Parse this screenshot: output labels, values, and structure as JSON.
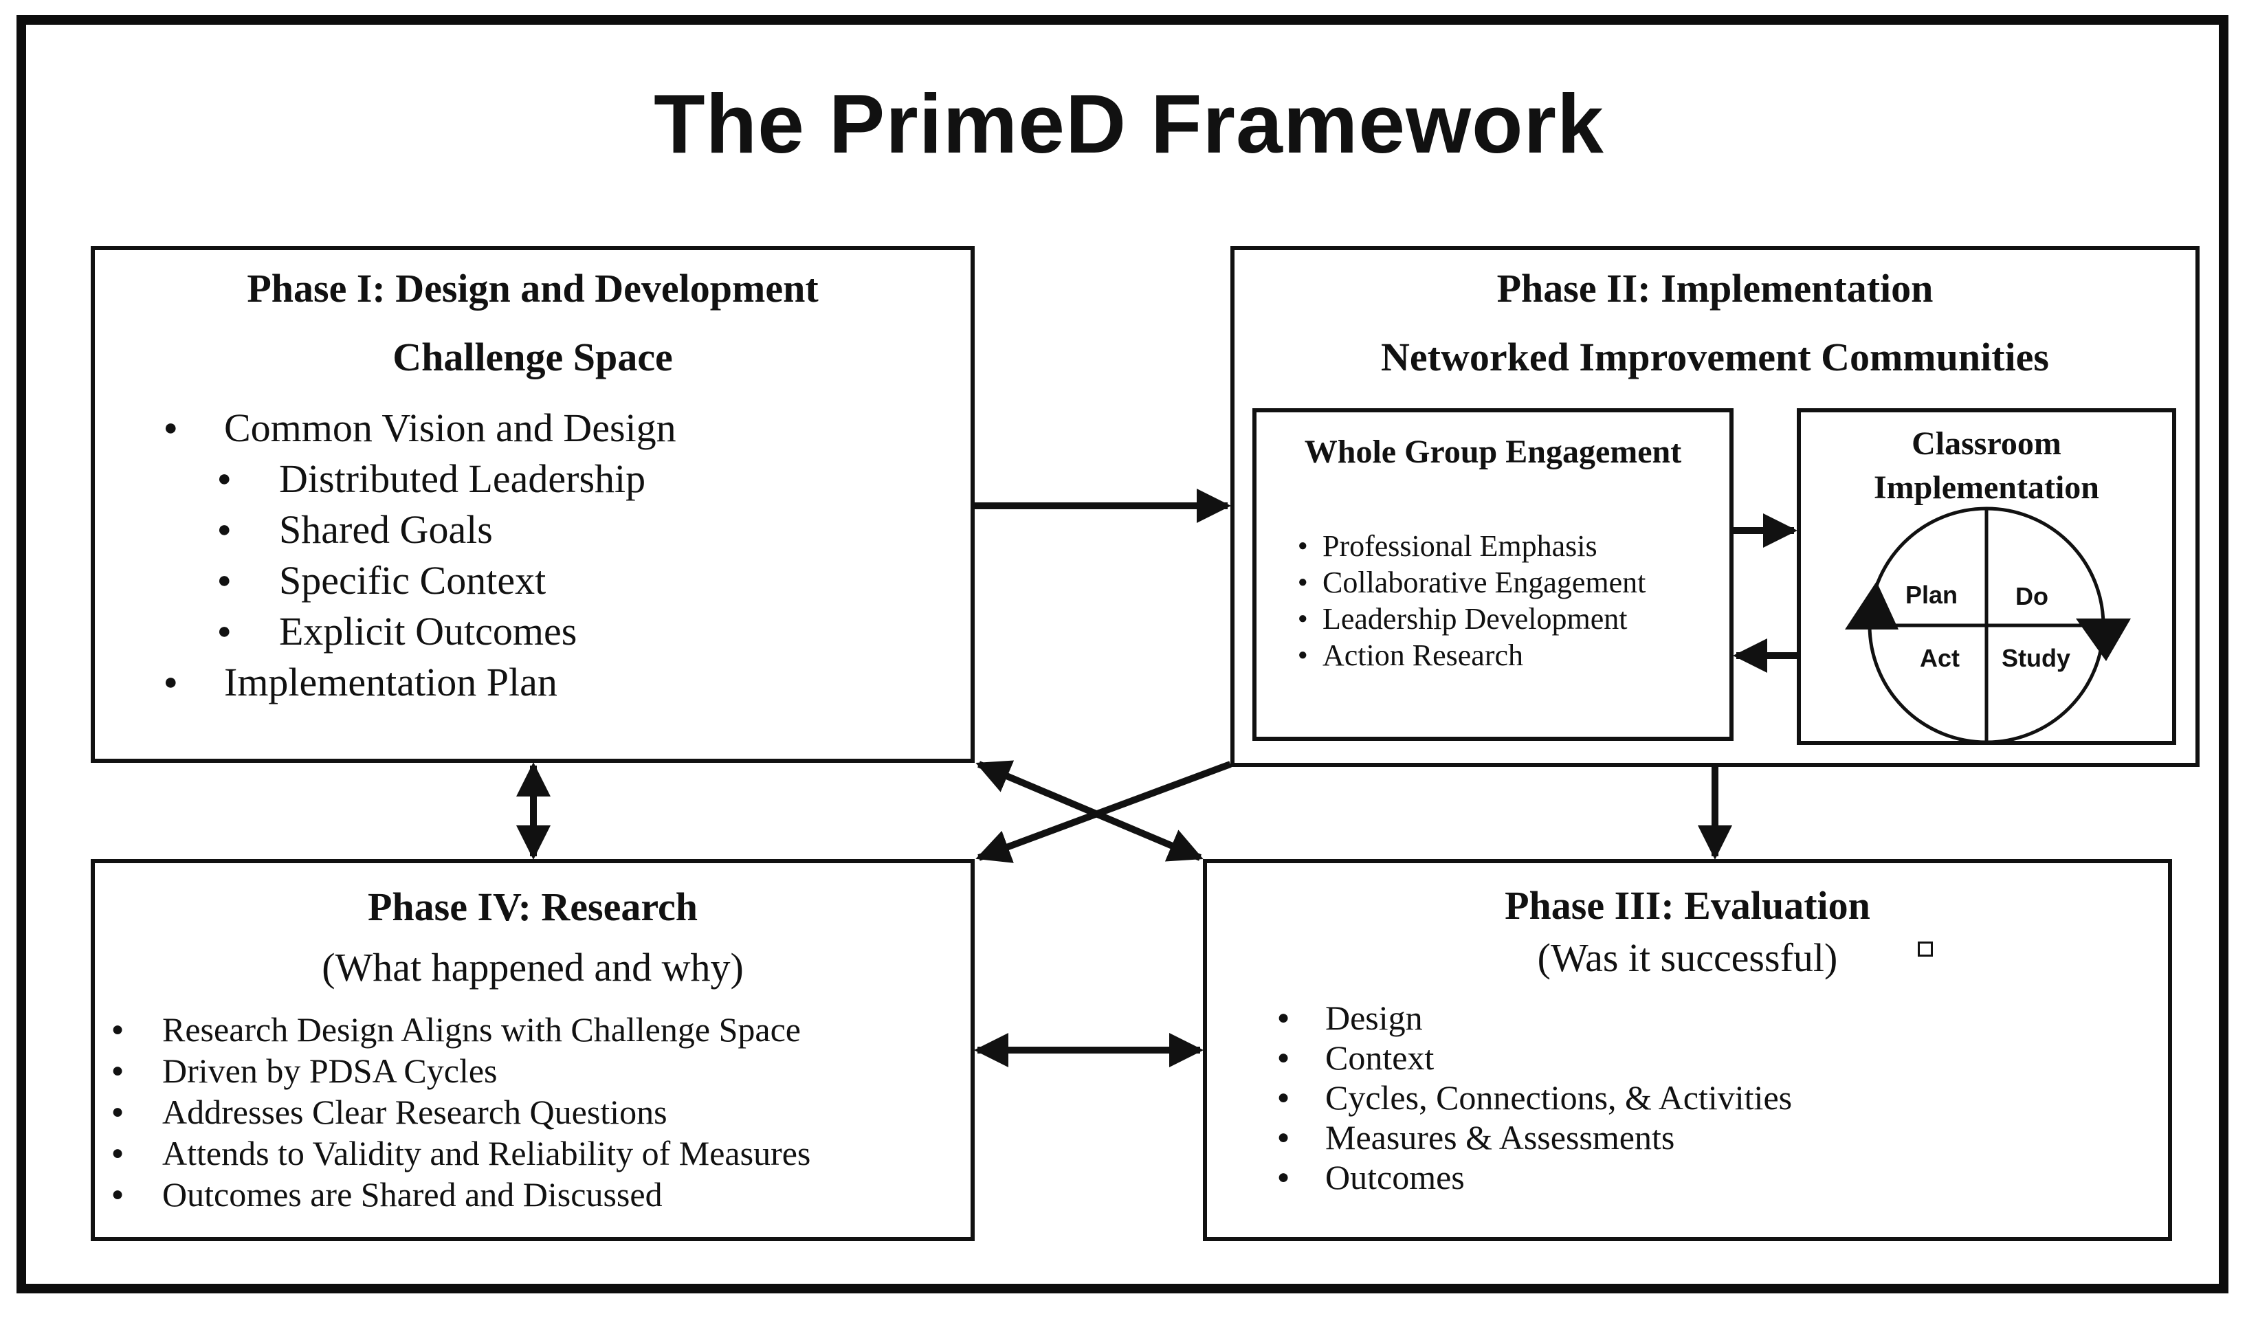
{
  "title": "The PrimeD Framework",
  "phase1": {
    "heading": "Phase I: Design and Development",
    "subheading": "Challenge Space",
    "items": [
      {
        "text": "Common Vision and Design",
        "level": 1
      },
      {
        "text": "Distributed Leadership",
        "level": 2
      },
      {
        "text": "Shared Goals",
        "level": 2
      },
      {
        "text": "Specific Context",
        "level": 2
      },
      {
        "text": "Explicit Outcomes",
        "level": 2
      },
      {
        "text": "Implementation Plan",
        "level": 1
      }
    ]
  },
  "phase2": {
    "heading": "Phase II: Implementation",
    "subheading": "Networked Improvement Communities",
    "whole_group": {
      "heading": "Whole Group Engagement",
      "items": [
        "Professional Emphasis",
        "Collaborative Engagement",
        "Leadership Development",
        "Action Research"
      ]
    },
    "classroom": {
      "heading_line1": "Classroom",
      "heading_line2": "Implementation",
      "cycle": {
        "plan": "Plan",
        "do": "Do",
        "study": "Study",
        "act": "Act"
      }
    }
  },
  "phase3": {
    "heading": "Phase III: Evaluation",
    "subheading": "(Was it successful)",
    "items": [
      "Design",
      "Context",
      "Cycles, Connections, & Activities",
      "Measures & Assessments",
      "Outcomes"
    ]
  },
  "phase4": {
    "heading": "Phase IV: Research",
    "subheading": "(What happened and why)",
    "items": [
      "Research Design Aligns with Challenge Space",
      "Driven by PDSA Cycles",
      "Addresses Clear Research Questions",
      "Attends to Validity and Reliability of Measures",
      "Outcomes are Shared and Discussed"
    ]
  }
}
